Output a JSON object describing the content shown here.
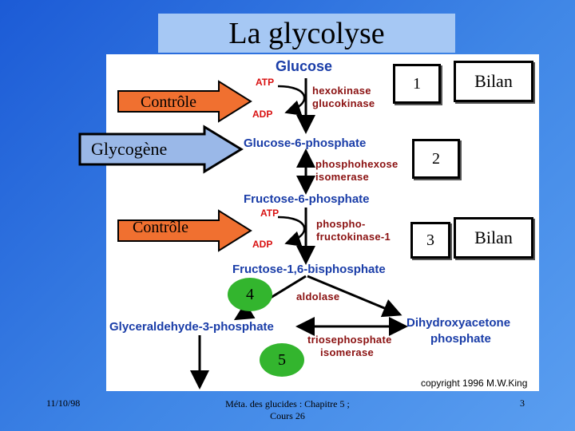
{
  "title": "La glycolyse",
  "pathway": {
    "glucose": "Glucose",
    "g6p": "Glucose-6-phosphate",
    "f6p": "Fructose-6-phosphate",
    "f16bp": "Fructose-1,6-bisphosphate",
    "gap": "Glyceraldehyde-3-phosphate",
    "dhap_line1": "Dihydroxyacetone",
    "dhap_line2": "phosphate",
    "enzyme_hexokinase": "hexokinase",
    "enzyme_glucokinase": "glucokinase",
    "enzyme_phi_line1": "phosphohexose",
    "enzyme_phi_line2": "isomerase",
    "enzyme_pfk_line1": "phospho-",
    "enzyme_pfk_line2": "fructokinase-1",
    "enzyme_aldolase": "aldolase",
    "enzyme_tpi_line1": "triosephosphate",
    "enzyme_tpi_line2": "isomerase",
    "atp1": "ATP",
    "adp1": "ADP",
    "atp2": "ATP",
    "adp2": "ADP",
    "copyright": "copyright 1996 M.W.King"
  },
  "annotations": {
    "controle1": "Contrôle",
    "controle2": "Contrôle",
    "glycogene": "Glycogène",
    "step1": "1",
    "step2": "2",
    "step3": "3",
    "step4": "4",
    "step5": "5",
    "bilan1": "Bilan",
    "bilan2": "Bilan"
  },
  "footer": {
    "date": "11/10/98",
    "center_line1": "Méta. des glucides : Chapitre 5 ;",
    "center_line2": "Cours 26",
    "page": "3"
  },
  "colors": {
    "background": "#2a6fe0",
    "title_box": "#a6c8f4",
    "molecule": "#1a3da8",
    "enzyme": "#8a1010",
    "cofactor": "#d81010",
    "control_arrow": "#f07030",
    "glycogen_arrow": "#9ab8e8",
    "step_circle": "#33b52e"
  }
}
